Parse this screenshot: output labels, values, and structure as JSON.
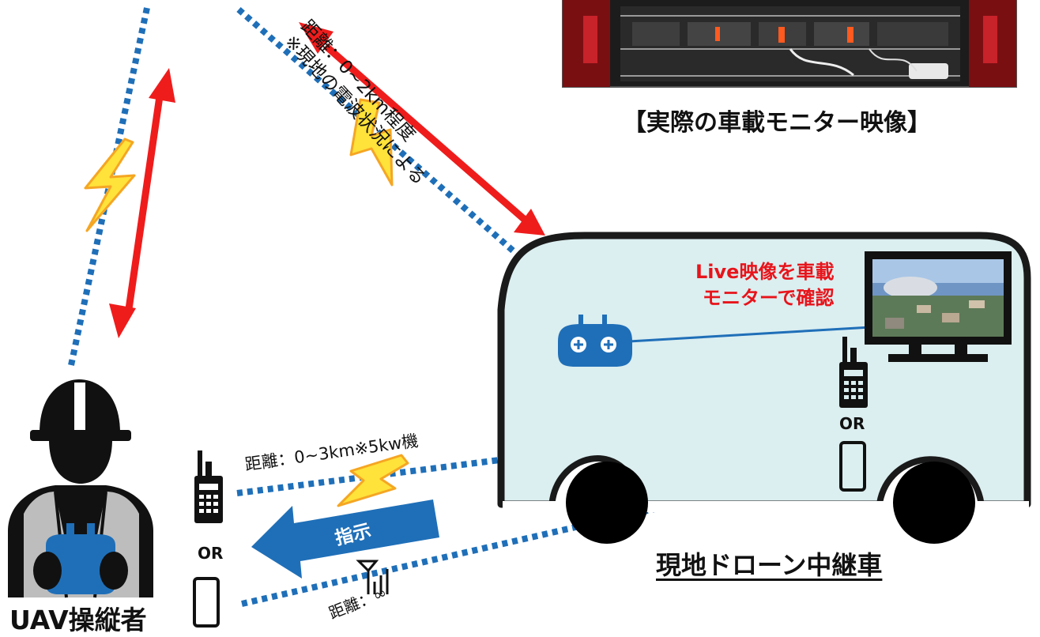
{
  "photo_caption": "【実際の車載モニター映像】",
  "distance_drone_link": {
    "line1": "距離：0~2km程度",
    "line2": "※現地の電波状況による"
  },
  "live_text": {
    "line1": "Live映像を車載",
    "line2": "モニターで確認"
  },
  "or_label": "OR",
  "distance_radio": "距離：0~3km※5kw機",
  "instruction_label": "指示",
  "distance_phone": "距離：∞",
  "vehicle_label": "現地ドローン中継車",
  "operator_label": "UAV操縦者",
  "colors": {
    "link_blue": "#1f6fb8",
    "arrow_red": "#ef1c1c",
    "lightning_yellow": "#ffe23a",
    "lightning_outline": "#f5a623",
    "van_fill": "#dbeef0",
    "controller_blue": "#1f6fb8",
    "live_text_red": "#e8141b"
  },
  "icons": [
    "lightning-icon",
    "double-arrow-icon",
    "walkie-talkie-icon",
    "smartphone-icon",
    "antenna-icon",
    "controller-icon",
    "monitor-icon",
    "worker-icon",
    "van-icon"
  ]
}
